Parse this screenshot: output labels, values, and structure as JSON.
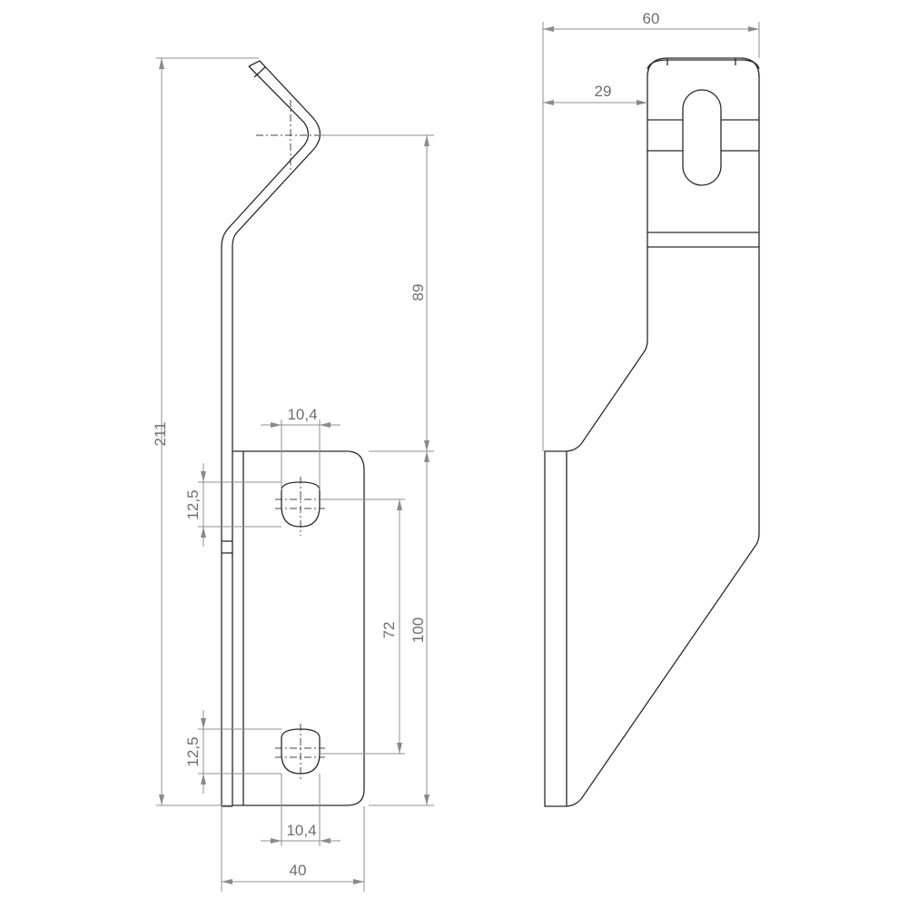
{
  "drawing": {
    "views": [
      "side-view",
      "front-view"
    ],
    "line_color": "#2a2a2a",
    "dimension_color": "#8f8f8f",
    "text_color": "#6e6e6e"
  },
  "side_view": {
    "dimensions": {
      "overall_height": "211",
      "upper_height": "89",
      "hole_width_top": "10,4",
      "hole_height_top": "12,5",
      "hole_spacing": "72",
      "plate_height": "100",
      "hole_height_bottom": "12,5",
      "hole_width_bottom": "10,4",
      "plate_width": "40"
    }
  },
  "front_view": {
    "dimensions": {
      "overall_width": "60",
      "offset_width": "29"
    }
  }
}
